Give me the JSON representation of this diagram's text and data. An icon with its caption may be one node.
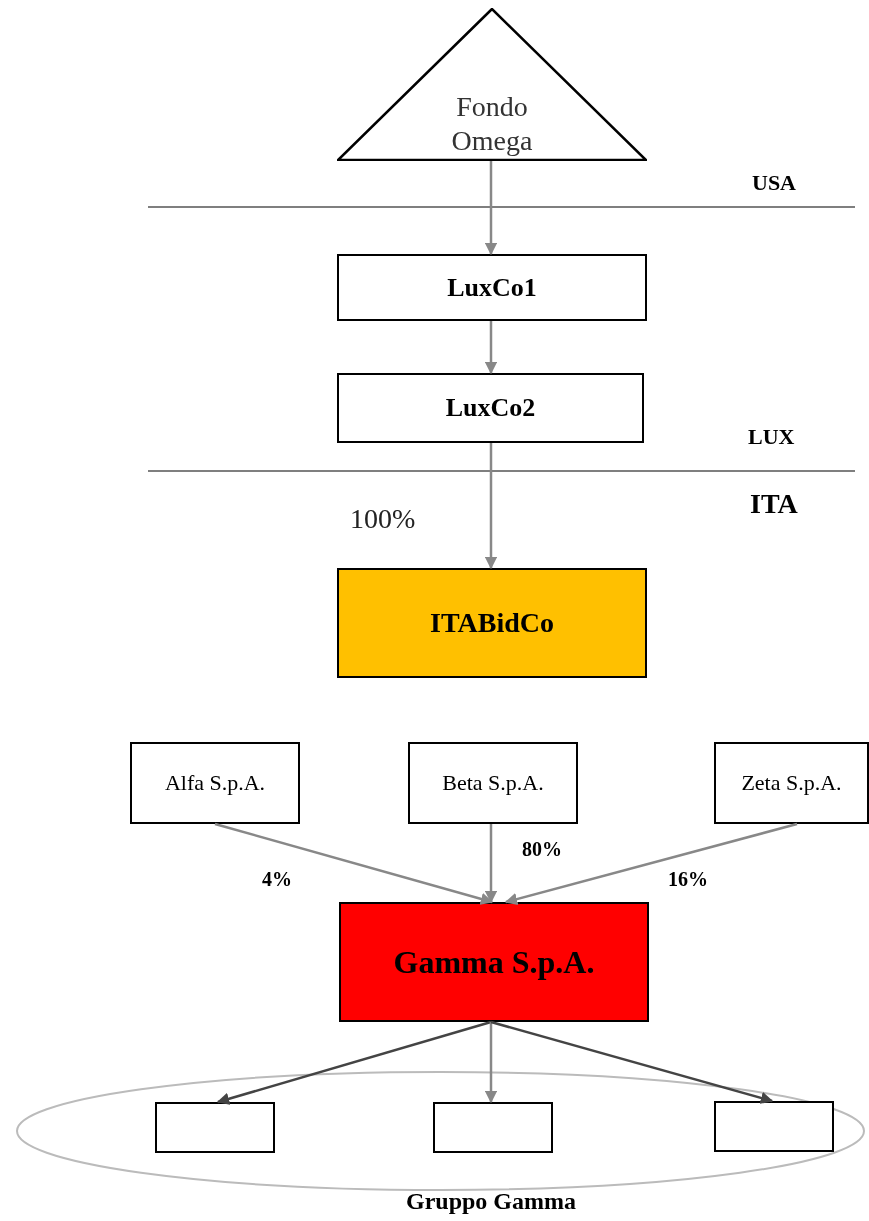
{
  "diagram": {
    "nodes": [
      {
        "text": [
          "Fondo Omega"
        ]
      },
      {
        "text": [
          "LuxCo1"
        ]
      },
      {
        "text": [
          "LuxCo2"
        ]
      },
      {
        "text": [
          "ITABidCo"
        ]
      },
      {
        "text": [
          "Alfa S.p.A."
        ]
      },
      {
        "text": [
          "Beta S.p.A."
        ]
      },
      {
        "text": [
          "Zeta S.p.A."
        ]
      },
      {
        "text": [
          "Gamma S.p.A."
        ]
      },
      {
        "text": [
          "Gruppo Gamma"
        ]
      },
      {
        "text": [],
        "shape": "box",
        "in": 8
      },
      {
        "text": [],
        "shape": "box",
        "in": 8
      },
      {
        "text": [],
        "shape": "box",
        "in": 8
      }
    ],
    "edges": [
      {
        "from": 0,
        "to": 1,
        "arrow": "to"
      },
      {
        "from": 1,
        "to": 2,
        "arrow": "to"
      },
      {
        "from": 2,
        "to": 3,
        "arrow": "to",
        "label": "100%"
      },
      {
        "from": 4,
        "to": 7,
        "arrow": "to",
        "label": "4%"
      },
      {
        "from": 5,
        "to": 7,
        "arrow": "to",
        "label": "80%"
      },
      {
        "from": 6,
        "to": 7,
        "arrow": "to",
        "label": "16%"
      },
      {
        "from": 7,
        "to": 9,
        "arrow": "to",
        "color": "#444444"
      },
      {
        "from": 7,
        "to": 10,
        "arrow": "to"
      },
      {
        "from": 7,
        "to": 11,
        "arrow": "to",
        "color": "#444444"
      }
    ],
    "labels": [
      "USA",
      "LUX",
      "ITA"
    ]
  }
}
